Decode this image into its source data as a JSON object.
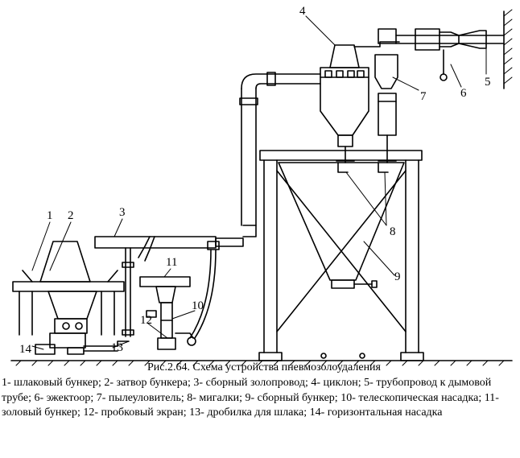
{
  "callouts": [
    "1",
    "2",
    "3",
    "4",
    "5",
    "6",
    "7",
    "8",
    "9",
    "10",
    "11",
    "12",
    "13",
    "14"
  ],
  "caption": {
    "title": "Рис.2.64. Схема устройства пневмозолоудаления",
    "legend": "1- шлаковый бункер; 2- затвор бункера; 3- сборный золопровод; 4- циклон; 5- трубопровод к дымовой трубе; 6- эжектоор; 7- пылеуловитель; 8- мигалки; 9- сборный бункер; 10- телескопическая насадка; 11- золовый бункер; 12- пробковый экран; 13- дробилка для шлака; 14- горизонтальная насадка"
  }
}
